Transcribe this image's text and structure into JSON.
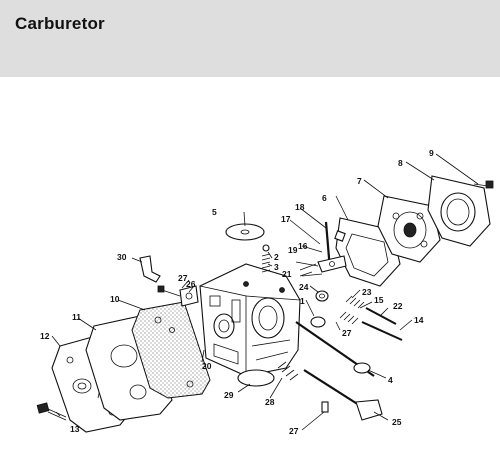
{
  "header": {
    "title": "Carburetor"
  },
  "callouts": [
    {
      "id": "c1",
      "label": "1"
    },
    {
      "id": "c2",
      "label": "2"
    },
    {
      "id": "c3",
      "label": "3"
    },
    {
      "id": "c4",
      "label": "4"
    },
    {
      "id": "c5",
      "label": "5"
    },
    {
      "id": "c6",
      "label": "6"
    },
    {
      "id": "c7",
      "label": "7"
    },
    {
      "id": "c8",
      "label": "8"
    },
    {
      "id": "c9",
      "label": "9"
    },
    {
      "id": "c10",
      "label": "10"
    },
    {
      "id": "c11",
      "label": "11"
    },
    {
      "id": "c12",
      "label": "12"
    },
    {
      "id": "c13",
      "label": "13"
    },
    {
      "id": "c14",
      "label": "14"
    },
    {
      "id": "c15",
      "label": "15"
    },
    {
      "id": "c16",
      "label": "16"
    },
    {
      "id": "c17",
      "label": "17"
    },
    {
      "id": "c18",
      "label": "18"
    },
    {
      "id": "c19",
      "label": "19"
    },
    {
      "id": "c20",
      "label": "20"
    },
    {
      "id": "c21",
      "label": "21"
    },
    {
      "id": "c22",
      "label": "22"
    },
    {
      "id": "c23",
      "label": "23"
    },
    {
      "id": "c24",
      "label": "24"
    },
    {
      "id": "c25",
      "label": "25"
    },
    {
      "id": "c26",
      "label": "26"
    },
    {
      "id": "c27a",
      "label": "27"
    },
    {
      "id": "c27b",
      "label": "27"
    },
    {
      "id": "c27c",
      "label": "27"
    },
    {
      "id": "c28",
      "label": "28"
    },
    {
      "id": "c29",
      "label": "29"
    },
    {
      "id": "c30",
      "label": "30"
    }
  ]
}
